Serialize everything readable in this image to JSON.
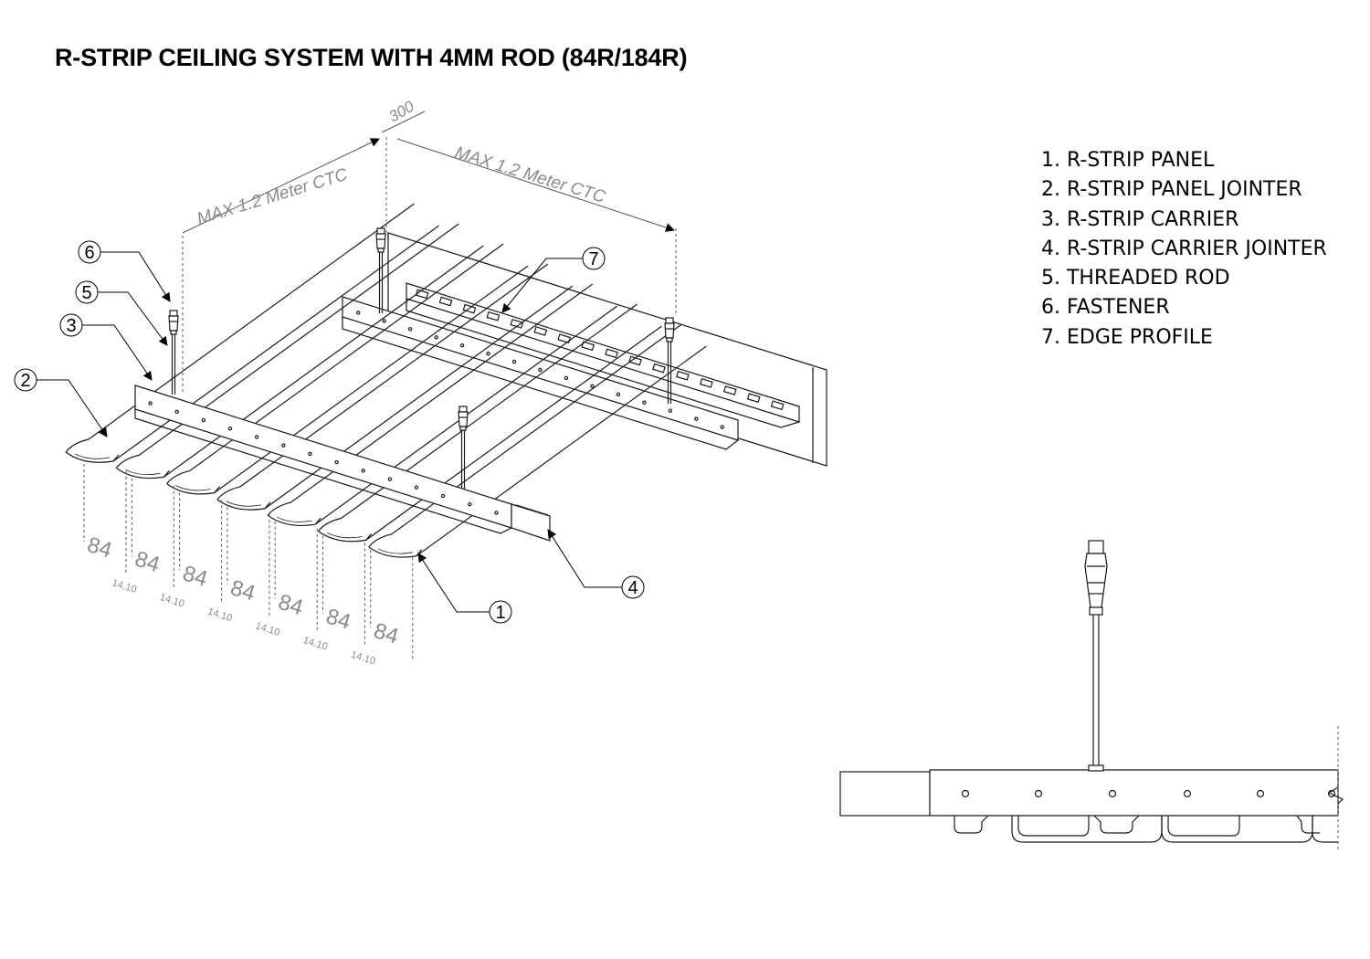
{
  "title": "R-STRIP CEILING SYSTEM WITH 4MM ROD  (84R/184R)",
  "legend": [
    {
      "number": "1",
      "label": "1. R-STRIP PANEL"
    },
    {
      "number": "2",
      "label": "2. R-STRIP PANEL JOINTER"
    },
    {
      "number": "3",
      "label": "3. R-STRIP CARRIER"
    },
    {
      "number": "4",
      "label": "4. R-STRIP CARRIER JOINTER"
    },
    {
      "number": "5",
      "label": "5. THREADED ROD"
    },
    {
      "number": "6",
      "label": "6. FASTENER"
    },
    {
      "number": "7",
      "label": "7. EDGE PROFILE"
    }
  ],
  "dimensions": {
    "rod_spacing_left": "MAX 1.2 Meter CTC",
    "rod_spacing_right": "MAX 1.2 Meter CTC",
    "edge_offset": "300",
    "panel_module": [
      "84",
      "84",
      "84",
      "84",
      "84",
      "84",
      "84"
    ],
    "panel_gap": [
      "14.10",
      "14.10",
      "14.10",
      "14.10",
      "14.10",
      "14.10"
    ]
  },
  "colors": {
    "line": "#1a1a1a",
    "dimension": "#8a8a8a",
    "background": "#ffffff"
  }
}
